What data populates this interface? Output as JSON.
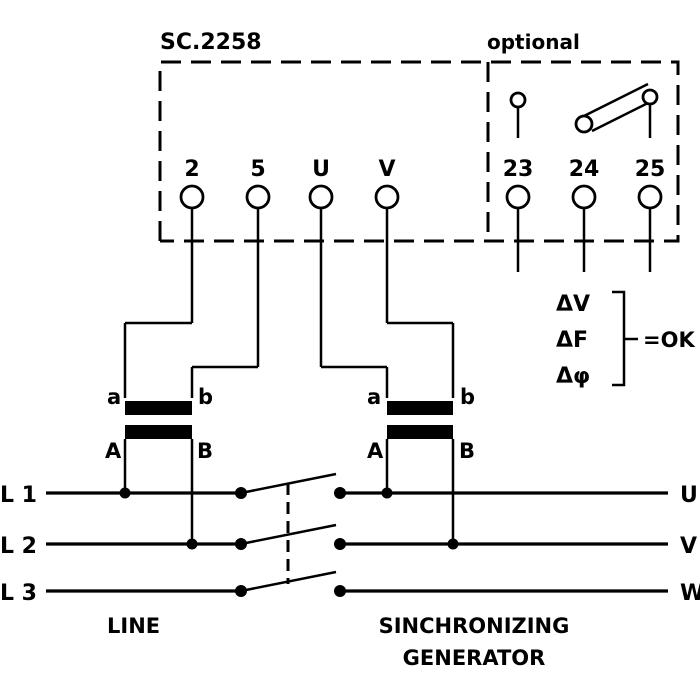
{
  "device": {
    "model": "SC.2258",
    "optional_label": "optional"
  },
  "terminals": [
    "2",
    "5",
    "U",
    "V",
    "23",
    "24",
    "25"
  ],
  "transformer_left": {
    "a": "a",
    "b": "b",
    "A": "A",
    "B": "B"
  },
  "transformer_right": {
    "a": "a",
    "b": "b",
    "A": "A",
    "B": "B"
  },
  "conditions": {
    "dv": "ΔV",
    "df": "ΔF",
    "dphi": "Δφ",
    "result": "=OK"
  },
  "lines_left": [
    "L 1",
    "L 2",
    "L 3"
  ],
  "lines_right": [
    "U",
    "V",
    "W"
  ],
  "captions": {
    "line": "LINE",
    "gen_1": "SINCHRONIZING",
    "gen_2": "GENERATOR"
  }
}
